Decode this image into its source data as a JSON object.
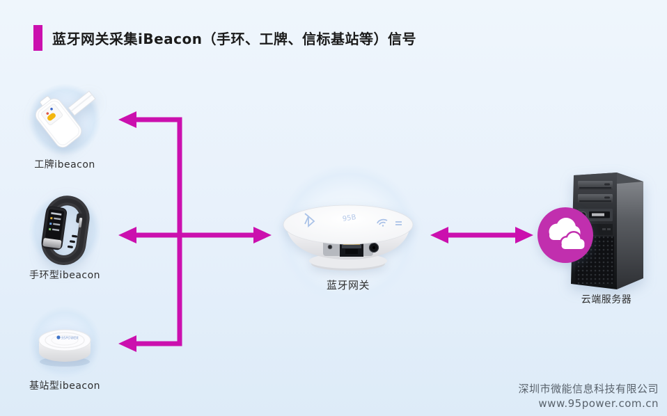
{
  "header": {
    "title": "蓝牙网关采集iBeacon（手环、工牌、信标基站等）信号"
  },
  "nodes": {
    "badge": {
      "label": "工牌ibeacon"
    },
    "wristband": {
      "label": "手环型ibeacon"
    },
    "station": {
      "label": "基站型ibeacon"
    },
    "gateway": {
      "label": "蓝牙网关"
    },
    "server": {
      "label": "云端服务器"
    }
  },
  "icons": {
    "badge": "badge-ibeacon-icon",
    "wristband": "wristband-ibeacon-icon",
    "station": "station-ibeacon-icon",
    "gateway": "bluetooth-gateway-icon",
    "server": "server-tower-icon",
    "cloud": "cloud-icon"
  },
  "footer": {
    "company": "深圳市微能信息科技有限公司",
    "website": "www.95power.com.cn"
  },
  "colors": {
    "accent": "#cb10ae",
    "cloud": "#c12fae",
    "background": "#e9f2fb",
    "title_text": "#1b1b1b",
    "label_text": "#2e2e2e",
    "footer_text": "#59626b"
  }
}
